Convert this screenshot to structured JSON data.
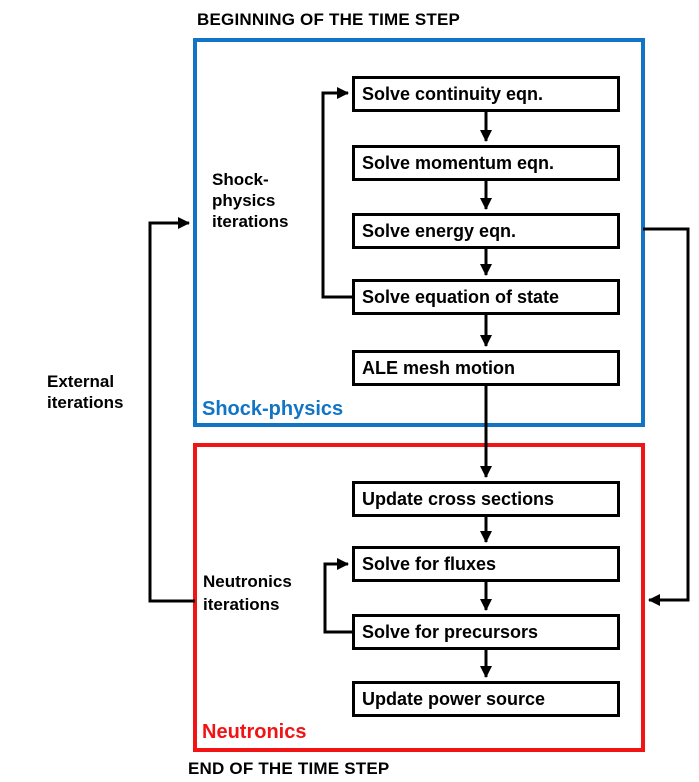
{
  "titles": {
    "beginning": "BEGINNING OF THE TIME STEP",
    "end": "END OF THE TIME STEP"
  },
  "colors": {
    "shock": "#1274C5",
    "neutronics": "#F21314",
    "connector": "#000000"
  },
  "external_label": {
    "line1": "External",
    "line2": "iterations"
  },
  "shock": {
    "section_label": "Shock-physics",
    "iterations_label": {
      "line1": "Shock-",
      "line2": "physics",
      "line3": "iterations"
    },
    "boxes": [
      "Solve continuity eqn.",
      "Solve momentum eqn.",
      "Solve energy eqn.",
      "Solve equation of state",
      "ALE mesh motion"
    ]
  },
  "neutronics": {
    "section_label": "Neutronics",
    "iterations_label": {
      "line1": "Neutronics",
      "line2": "iterations"
    },
    "boxes": [
      "Update cross sections",
      "Solve for fluxes",
      "Solve for precursors",
      "Update power source"
    ]
  }
}
